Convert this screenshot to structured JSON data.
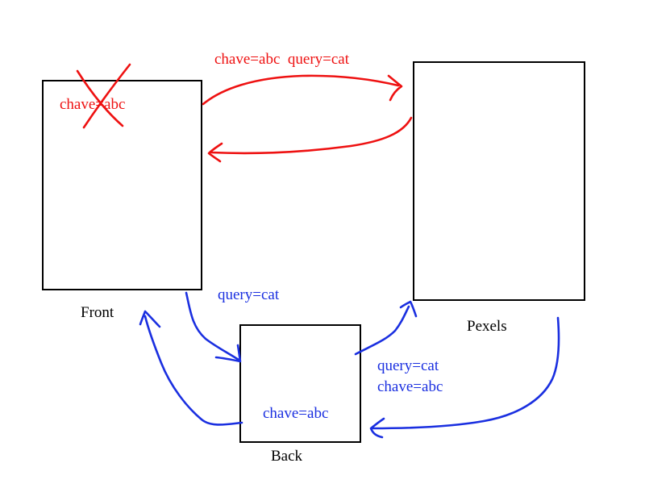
{
  "colors": {
    "ink": "#000000",
    "red": "#ee1111",
    "blue": "#1a2fe0",
    "background": "#ffffff"
  },
  "boxes": {
    "front": {
      "caption": "Front",
      "label": "chave=abc",
      "label_crossed_out": true
    },
    "pexels": {
      "caption": "Pexels"
    },
    "back": {
      "caption": "Back",
      "label": "chave=abc"
    }
  },
  "arrows": {
    "front_to_pexels": {
      "label": "chave=abc  query=cat",
      "color": "red"
    },
    "pexels_to_front": {
      "color": "red"
    },
    "front_to_back": {
      "label": "query=cat",
      "color": "blue"
    },
    "back_to_pexels": {
      "label_line1": "query=cat",
      "label_line2": "chave=abc",
      "color": "blue"
    },
    "pexels_to_back": {
      "color": "blue"
    },
    "back_to_front": {
      "color": "blue"
    }
  }
}
